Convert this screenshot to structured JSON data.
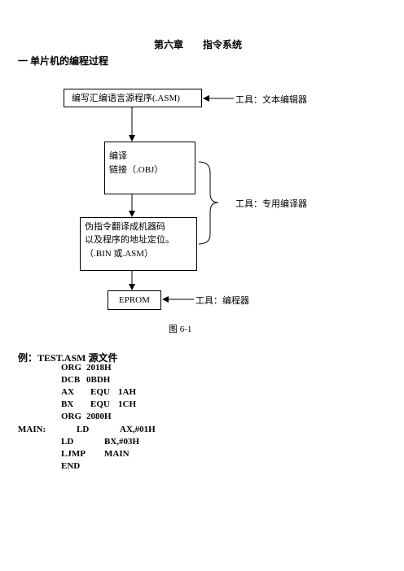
{
  "chapter_title": "第六章　　指令系统",
  "section_title": "一 单片机的编程过程",
  "flowchart": {
    "box1": "编写汇编语言源程序(.ASM)",
    "box2_line1": "编译",
    "box2_line2": "链接（.OBJ）",
    "box3_line1": "伪指令翻译成机器码",
    "box3_line2": "以及程序的地址定位。",
    "box3_line3": "（.BIN 或.ASM）",
    "box4": "EPROM",
    "tool1": "工具：文本编辑器",
    "tool2": "工具：专用编译器",
    "tool3": "工具：编程器",
    "caption": "图 6-1"
  },
  "example": {
    "title": "例：TEST.ASM 源文件",
    "lines": [
      {
        "label": "",
        "c1": "ORG",
        "c2": "2018H",
        "c3": ""
      },
      {
        "label": "",
        "c1": "DCB",
        "c2": "0BDH",
        "c3": ""
      },
      {
        "label": "",
        "c1": "AX",
        "c2": "EQU",
        "c3": "1AH"
      },
      {
        "label": "",
        "c1": "BX",
        "c2": "EQU",
        "c3": "1CH"
      },
      {
        "label": "",
        "c1": "ORG",
        "c2": "2080H",
        "c3": ""
      },
      {
        "label": "MAIN:",
        "c1": "LD",
        "c2": "AX,#01H",
        "c3": ""
      },
      {
        "label": "",
        "c1": "LD",
        "c2": "BX,#03H",
        "c3": ""
      },
      {
        "label": "",
        "c1": "LJMP",
        "c2": "MAIN",
        "c3": ""
      },
      {
        "label": "",
        "c1": "END",
        "c2": "",
        "c3": ""
      }
    ]
  }
}
